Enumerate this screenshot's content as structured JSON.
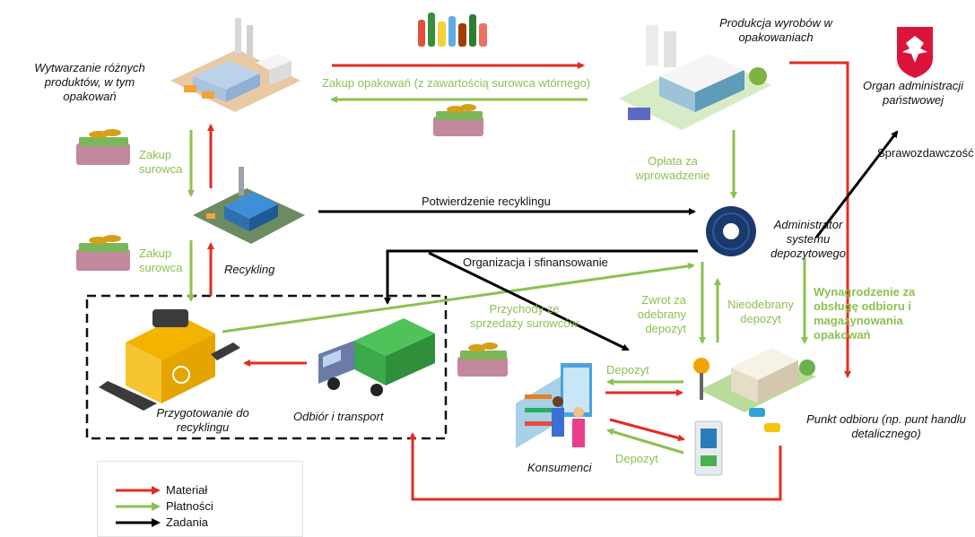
{
  "nodes": {
    "manufacturer": "Wytwarzanie różnych produktów, w tym opakowań",
    "producer": "Produkcja wyrobów w opakowaniach",
    "authority": "Organ administracji państwowej",
    "recycling": "Recykling",
    "administrator": "Administrator systemu depozytowego",
    "preparation": "Przygotowanie do recyklingu",
    "transport": "Odbiór i transport",
    "consumers": "Konsumenci",
    "collection_point": "Punkt odbioru (np. punt handlu detalicznego)"
  },
  "flows": {
    "packaging_purchase": "Zakup opakowań (z zawartością surowca wtórnego)",
    "raw_material_purchase_1": "Zakup surowca",
    "raw_material_purchase_2": "Zakup surowca",
    "recycling_confirmation": "Potwierdzenie recyklingu",
    "organization": "Organizacja i sfinansowanie",
    "introduction_fee": "Opłata za wprowadzenie",
    "reporting": "Sprawozdawczość",
    "material_sales_income": "Przychody ze sprzedaży surowców",
    "deposit_refund": "Zwrot za odebrany depozyt",
    "uncollected_deposit": "Nieodebrany depozyt",
    "remuneration": "Wynagrodzenie za obsługę odbioru i magazynowania opakowań",
    "deposit_1": "Depozyt",
    "deposit_2": "Depozyt"
  },
  "legend": [
    {
      "label": "Materiał",
      "color": "#e52b20"
    },
    {
      "label": "Płatności",
      "color": "#8cc152"
    },
    {
      "label": "Zadania",
      "color": "#000000"
    }
  ],
  "colors": {
    "material": "#e52b20",
    "payment": "#8cc152",
    "task": "#000000"
  }
}
